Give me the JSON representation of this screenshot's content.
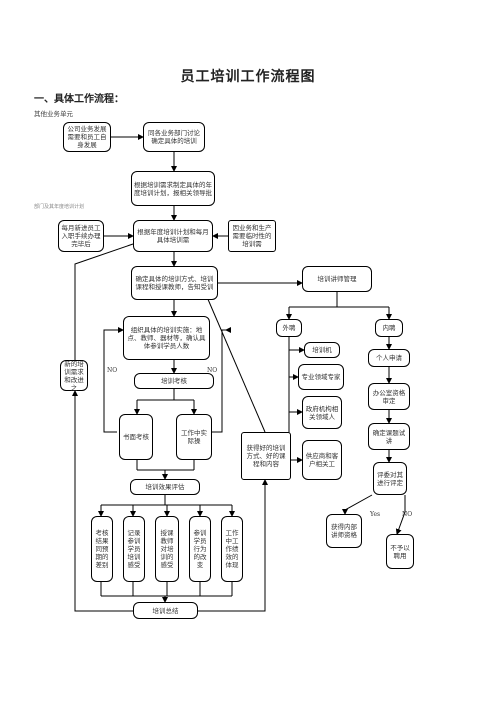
{
  "title": "员工培训工作流程图",
  "section": "一、具体工作流程：",
  "notes": {
    "other_units": "其他业务单元",
    "faint_text": "部门及其年度培训计划"
  },
  "nodes": {
    "company_dev": "公司业务发展需要和员工自身发展",
    "dept_discuss": "同各业务部门讨论确定具体的培训",
    "annual_plan": "根据培训需求制定具体的年度培训计划，报相关领导批",
    "new_staff": "每月新进员工入职手续办理完毕后",
    "monthly_plan": "根据年度培训计划和每月具体培训需",
    "temp_need": "因业务和生产需要临时性的培训需",
    "confirm_method": "确定具体的培训方式、培训课程和授课教师，告知受训",
    "trainer_mgmt": "培训讲师管理",
    "external": "外聘",
    "internal": "内聘",
    "organize": "组织具体的培训实施：地点、教师、器材等，确认具体参训学员人数",
    "new_needs": "新的培训需求和改进之",
    "exam": "培训考核",
    "written_exam": "书面考核",
    "practical": "工作中实际操",
    "evaluation": "培训效果评估",
    "gain_method": "获得好的培训方式、好的课程和内容",
    "ext_agency": "培训机",
    "ext_expert": "专业领域专家",
    "ext_gov": "政府机构相关领域人",
    "ext_supplier": "供应商和客户相关工",
    "int_apply": "个人申请",
    "int_review": "办公室资格审定",
    "int_topic": "确定课题试讲",
    "int_judge": "评委对其进行评定",
    "int_qualify": "获得内部讲师资格",
    "int_reject": "不予以聘用",
    "eval1": "考核结果同预期的差别",
    "eval2": "记录参训学员培训感受",
    "eval3": "授课教师对培训的感受",
    "eval4": "参训学员行为的改变",
    "eval5": "工作中工作绩效的体现",
    "summary": "培训总结"
  },
  "labels": {
    "no1": "NO",
    "no2": "NO",
    "yes": "Yes",
    "no3": "NO"
  }
}
